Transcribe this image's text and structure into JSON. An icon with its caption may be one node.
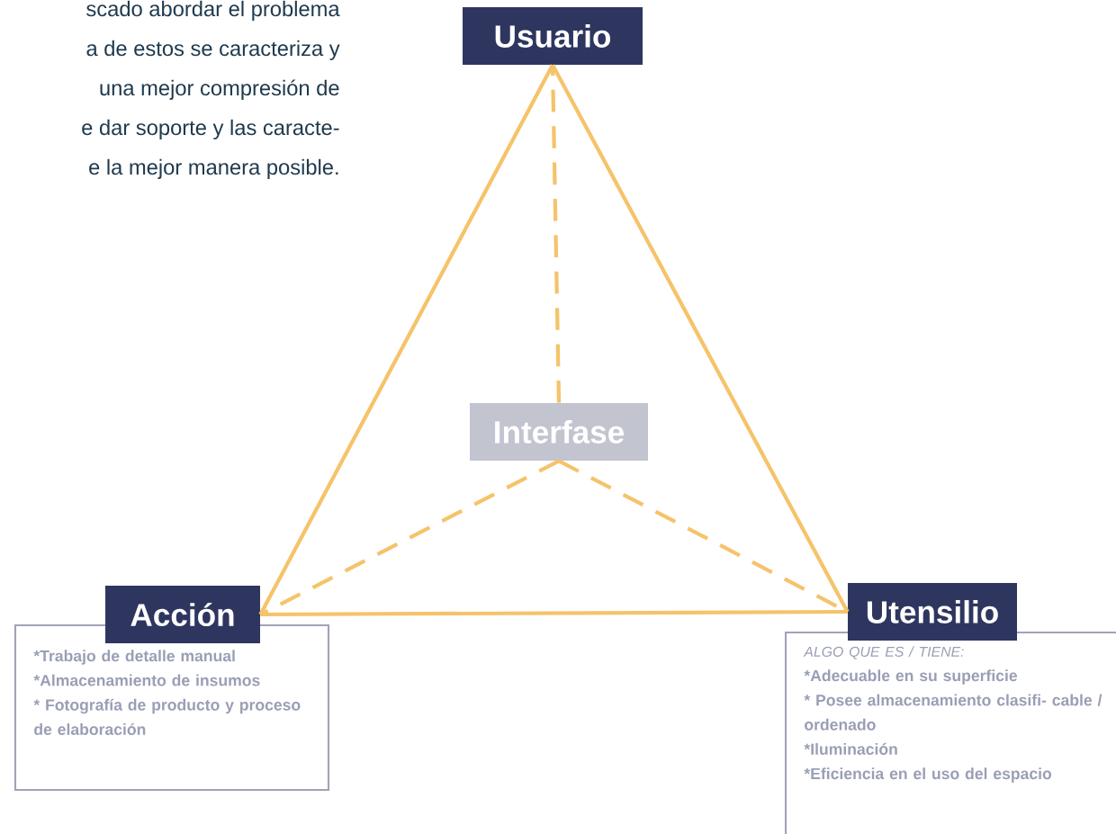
{
  "diagram": {
    "nodes": [
      {
        "text": [
          "Usuario"
        ]
      },
      {
        "text": [
          "Interfase"
        ]
      },
      {
        "text": [
          "Acción",
          "*Trabajo de detalle manual",
          "*Almacenamiento de insumos",
          "* Fotografía de producto y proceso de elaboración"
        ]
      },
      {
        "text": [
          "Utensilio",
          "ALGO QUE ES / TIENE:",
          "*Adecuable en su superficie",
          "* Posee almacenamiento clasifi- cable / ordenado",
          "*Iluminación",
          "*Eficiencia en el uso del espacio"
        ]
      }
    ],
    "edges": [
      {
        "from": 0,
        "to": 2,
        "arrow": "none"
      },
      {
        "from": 0,
        "to": 3,
        "arrow": "none"
      },
      {
        "from": 2,
        "to": 3,
        "arrow": "none"
      },
      {
        "from": 1,
        "to": 0,
        "arrow": "none",
        "style": "dashed"
      },
      {
        "from": 1,
        "to": 2,
        "arrow": "none",
        "style": "dashed"
      },
      {
        "from": 1,
        "to": 3,
        "arrow": "none",
        "style": "dashed"
      }
    ],
    "labels": [
      "scado abordar el problema",
      "a de estos se caracteriza y",
      "una mejor compresión de",
      "e dar soporte y las caracte-",
      "e la mejor manera posible."
    ]
  }
}
